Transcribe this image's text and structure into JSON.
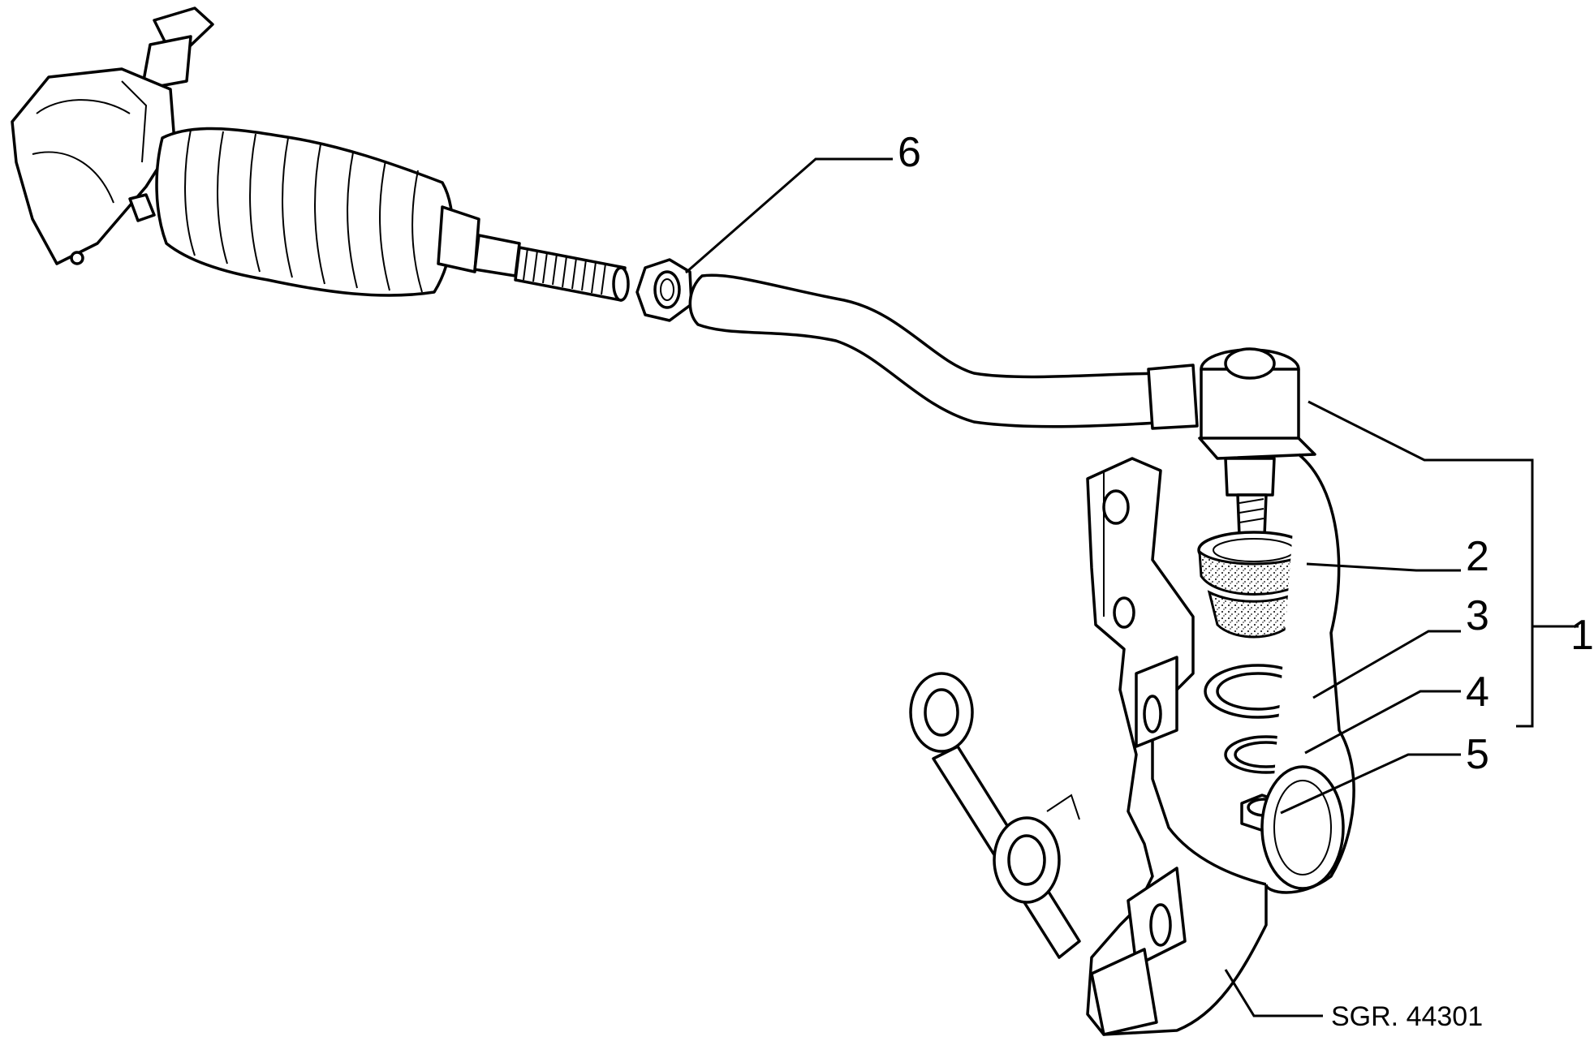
{
  "callouts": {
    "c1": "1",
    "c2": "2",
    "c3": "3",
    "c4": "4",
    "c5": "5",
    "c6": "6"
  },
  "reference": "SGR. 44301",
  "colors": {
    "line": "#000000",
    "background": "#ffffff"
  }
}
